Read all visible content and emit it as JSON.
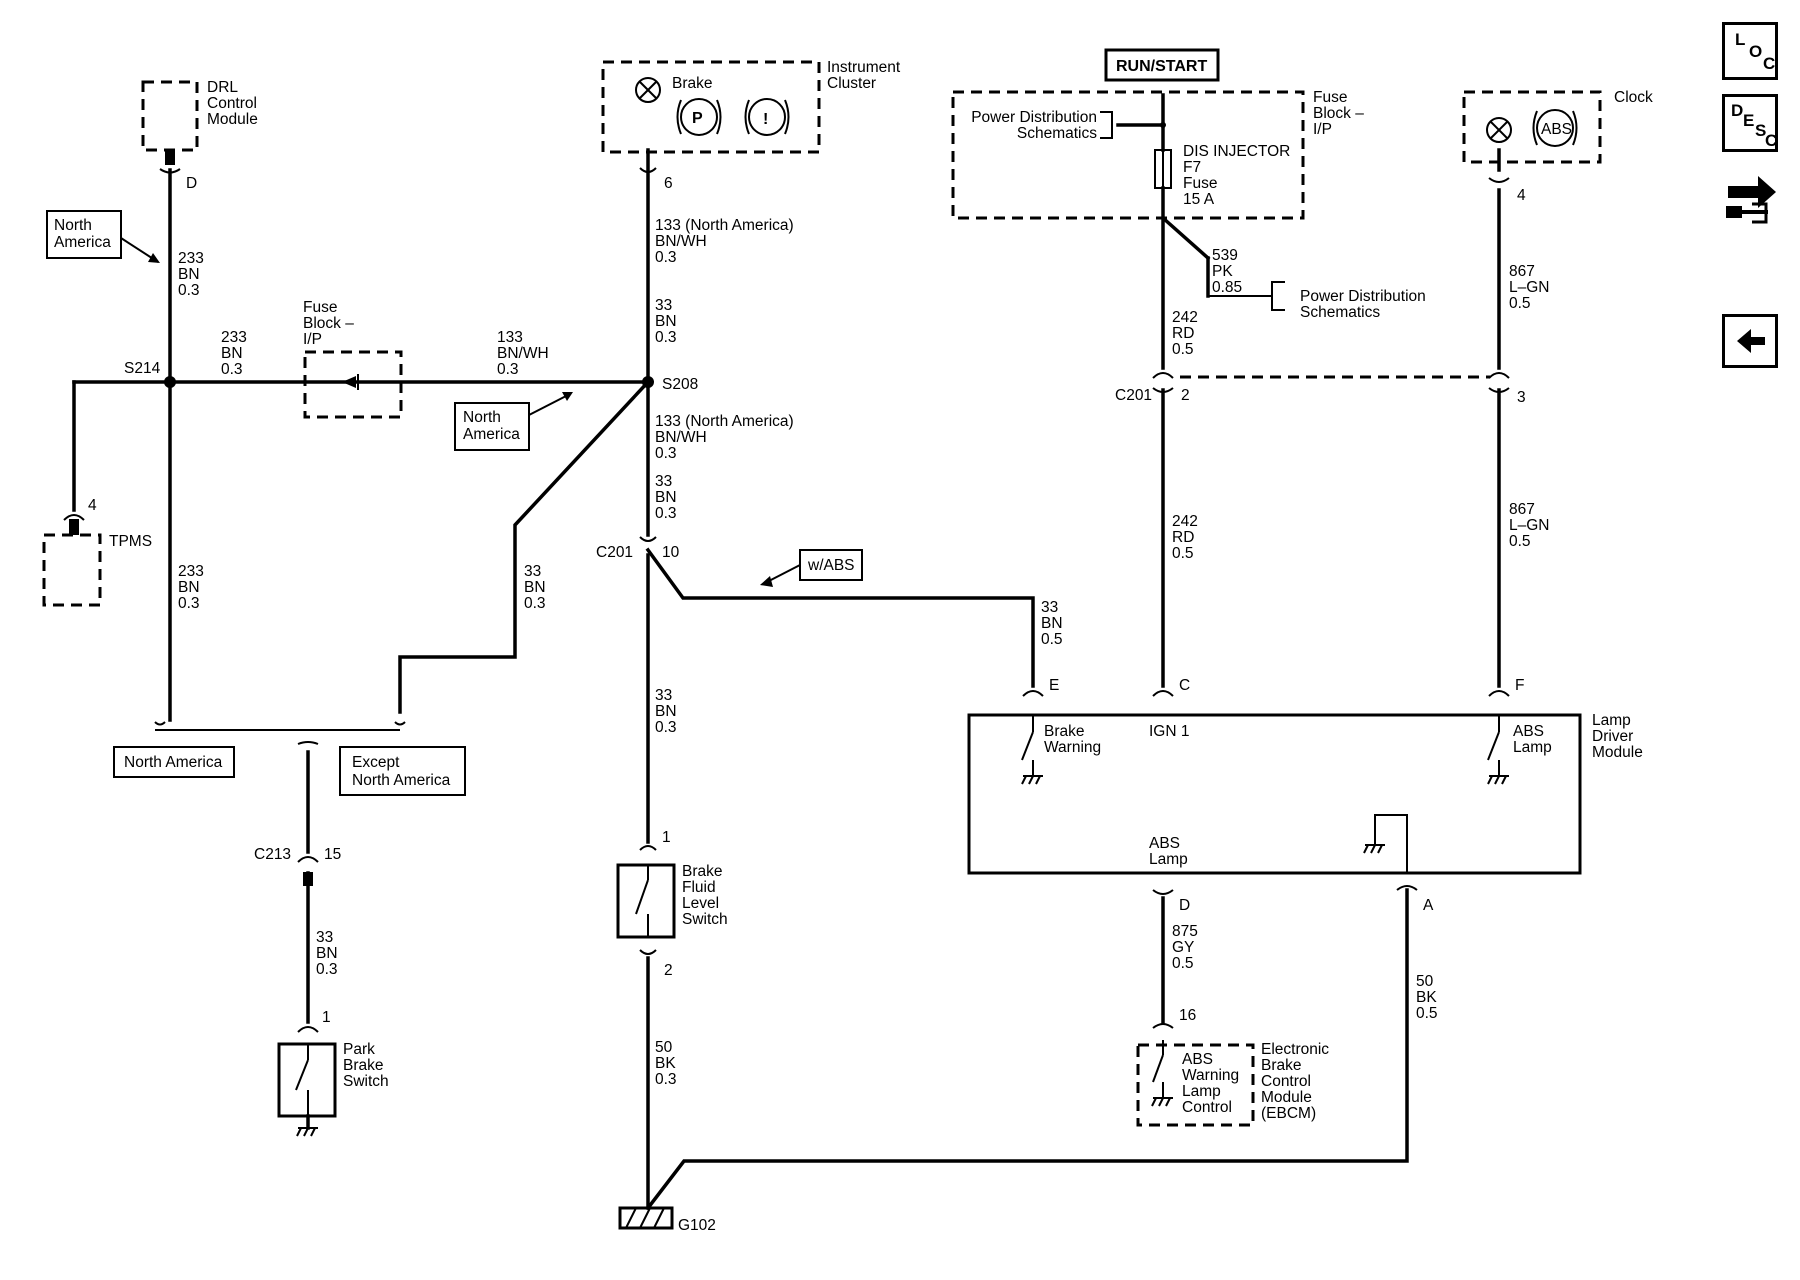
{
  "header": {
    "power_mode": "RUN/START"
  },
  "components": {
    "drl": [
      "DRL",
      "Control",
      "Module"
    ],
    "instrument_cluster": [
      "Instrument",
      "Cluster"
    ],
    "brake_lamp": "Brake",
    "park_symbol": "P",
    "warn_symbol": "!",
    "fuse_block_ip_right": [
      "Fuse",
      "Block –",
      "I/P"
    ],
    "power_dist_top": [
      "Power Distribution",
      "Schematics"
    ],
    "dis_injector": [
      "DIS INJECTOR",
      "F7",
      "Fuse",
      "15 A"
    ],
    "power_dist_mid": [
      "Power Distribution",
      "Schematics"
    ],
    "clock": "Clock",
    "abs_symbol": "ABS",
    "fuse_block_ip_left": [
      "Fuse",
      "Block –",
      "I/P"
    ],
    "tpms": "TPMS",
    "lamp_driver_module": [
      "Lamp",
      "Driver",
      "Module"
    ],
    "brake_warning": [
      "Brake",
      "Warning"
    ],
    "ign1": "IGN 1",
    "abs_lamp_right": [
      "ABS",
      "Lamp"
    ],
    "abs_lamp_bottom": [
      "ABS",
      "Lamp"
    ],
    "brake_fluid_switch": [
      "Brake",
      "Fluid",
      "Level",
      "Switch"
    ],
    "park_brake_switch": [
      "Park",
      "Brake",
      "Switch"
    ],
    "ebcm_inner": [
      "ABS",
      "Warning",
      "Lamp",
      "Control"
    ],
    "ebcm": [
      "Electronic",
      "Brake",
      "Control",
      "Module",
      "(EBCM)"
    ]
  },
  "option_boxes": {
    "north_america_1": [
      "North",
      "America"
    ],
    "north_america_2": [
      "North",
      "America"
    ],
    "north_america_3": "North America",
    "except_north_america": [
      "Except",
      "North America"
    ],
    "w_abs": "w/ABS"
  },
  "splices": {
    "s214": "S214",
    "s208": "S208"
  },
  "connectors": {
    "c201_left": "C201",
    "c201_right": "C201",
    "c213": "C213",
    "g102": "G102"
  },
  "pins": {
    "drl_d": "D",
    "cluster_6": "6",
    "tpms_4": "4",
    "c201_10": "10",
    "c213_15": "15",
    "park_1": "1",
    "bfl_1": "1",
    "bfl_2": "2",
    "c201_2": "2",
    "clock_4": "4",
    "c201_3": "3",
    "ldm_e": "E",
    "ldm_c": "C",
    "ldm_f": "F",
    "ldm_d": "D",
    "ldm_a": "A",
    "ebcm_16": "16"
  },
  "wires": {
    "w233_top": [
      "233",
      "BN",
      "0.3"
    ],
    "w233_mid": [
      "233",
      "BN",
      "0.3"
    ],
    "w233_low": [
      "233",
      "BN",
      "0.3"
    ],
    "w133_mid": [
      "133",
      "BN/WH",
      "0.3"
    ],
    "w133_top": [
      "133 (North America)",
      "BN/WH",
      "0.3"
    ],
    "w33_top": [
      "33",
      "BN",
      "0.3"
    ],
    "w133_low": [
      "133 (North America)",
      "BN/WH",
      "0.3"
    ],
    "w33_low": [
      "33",
      "BN",
      "0.3"
    ],
    "w33_diag": [
      "33",
      "BN",
      "0.3"
    ],
    "w33_lower": [
      "33",
      "BN",
      "0.3"
    ],
    "w33_park": [
      "33",
      "BN",
      "0.3"
    ],
    "w50_left": [
      "50",
      "BK",
      "0.3"
    ],
    "w33_abs": [
      "33",
      "BN",
      "0.5"
    ],
    "w539": [
      "539",
      "PK",
      "0.85"
    ],
    "w242_top": [
      "242",
      "RD",
      "0.5"
    ],
    "w242_low": [
      "242",
      "RD",
      "0.5"
    ],
    "w867_top": [
      "867",
      "L–GN",
      "0.5"
    ],
    "w867_low": [
      "867",
      "L–GN",
      "0.5"
    ],
    "w875": [
      "875",
      "GY",
      "0.5"
    ],
    "w50_right": [
      "50",
      "BK",
      "0.5"
    ]
  },
  "sidebar": {
    "loc": [
      "L",
      "O",
      "C"
    ],
    "desc": [
      "D",
      "E",
      "S",
      "C"
    ],
    "back_icon": "back-arrow-icon",
    "connector_icon": "connector-icon"
  }
}
